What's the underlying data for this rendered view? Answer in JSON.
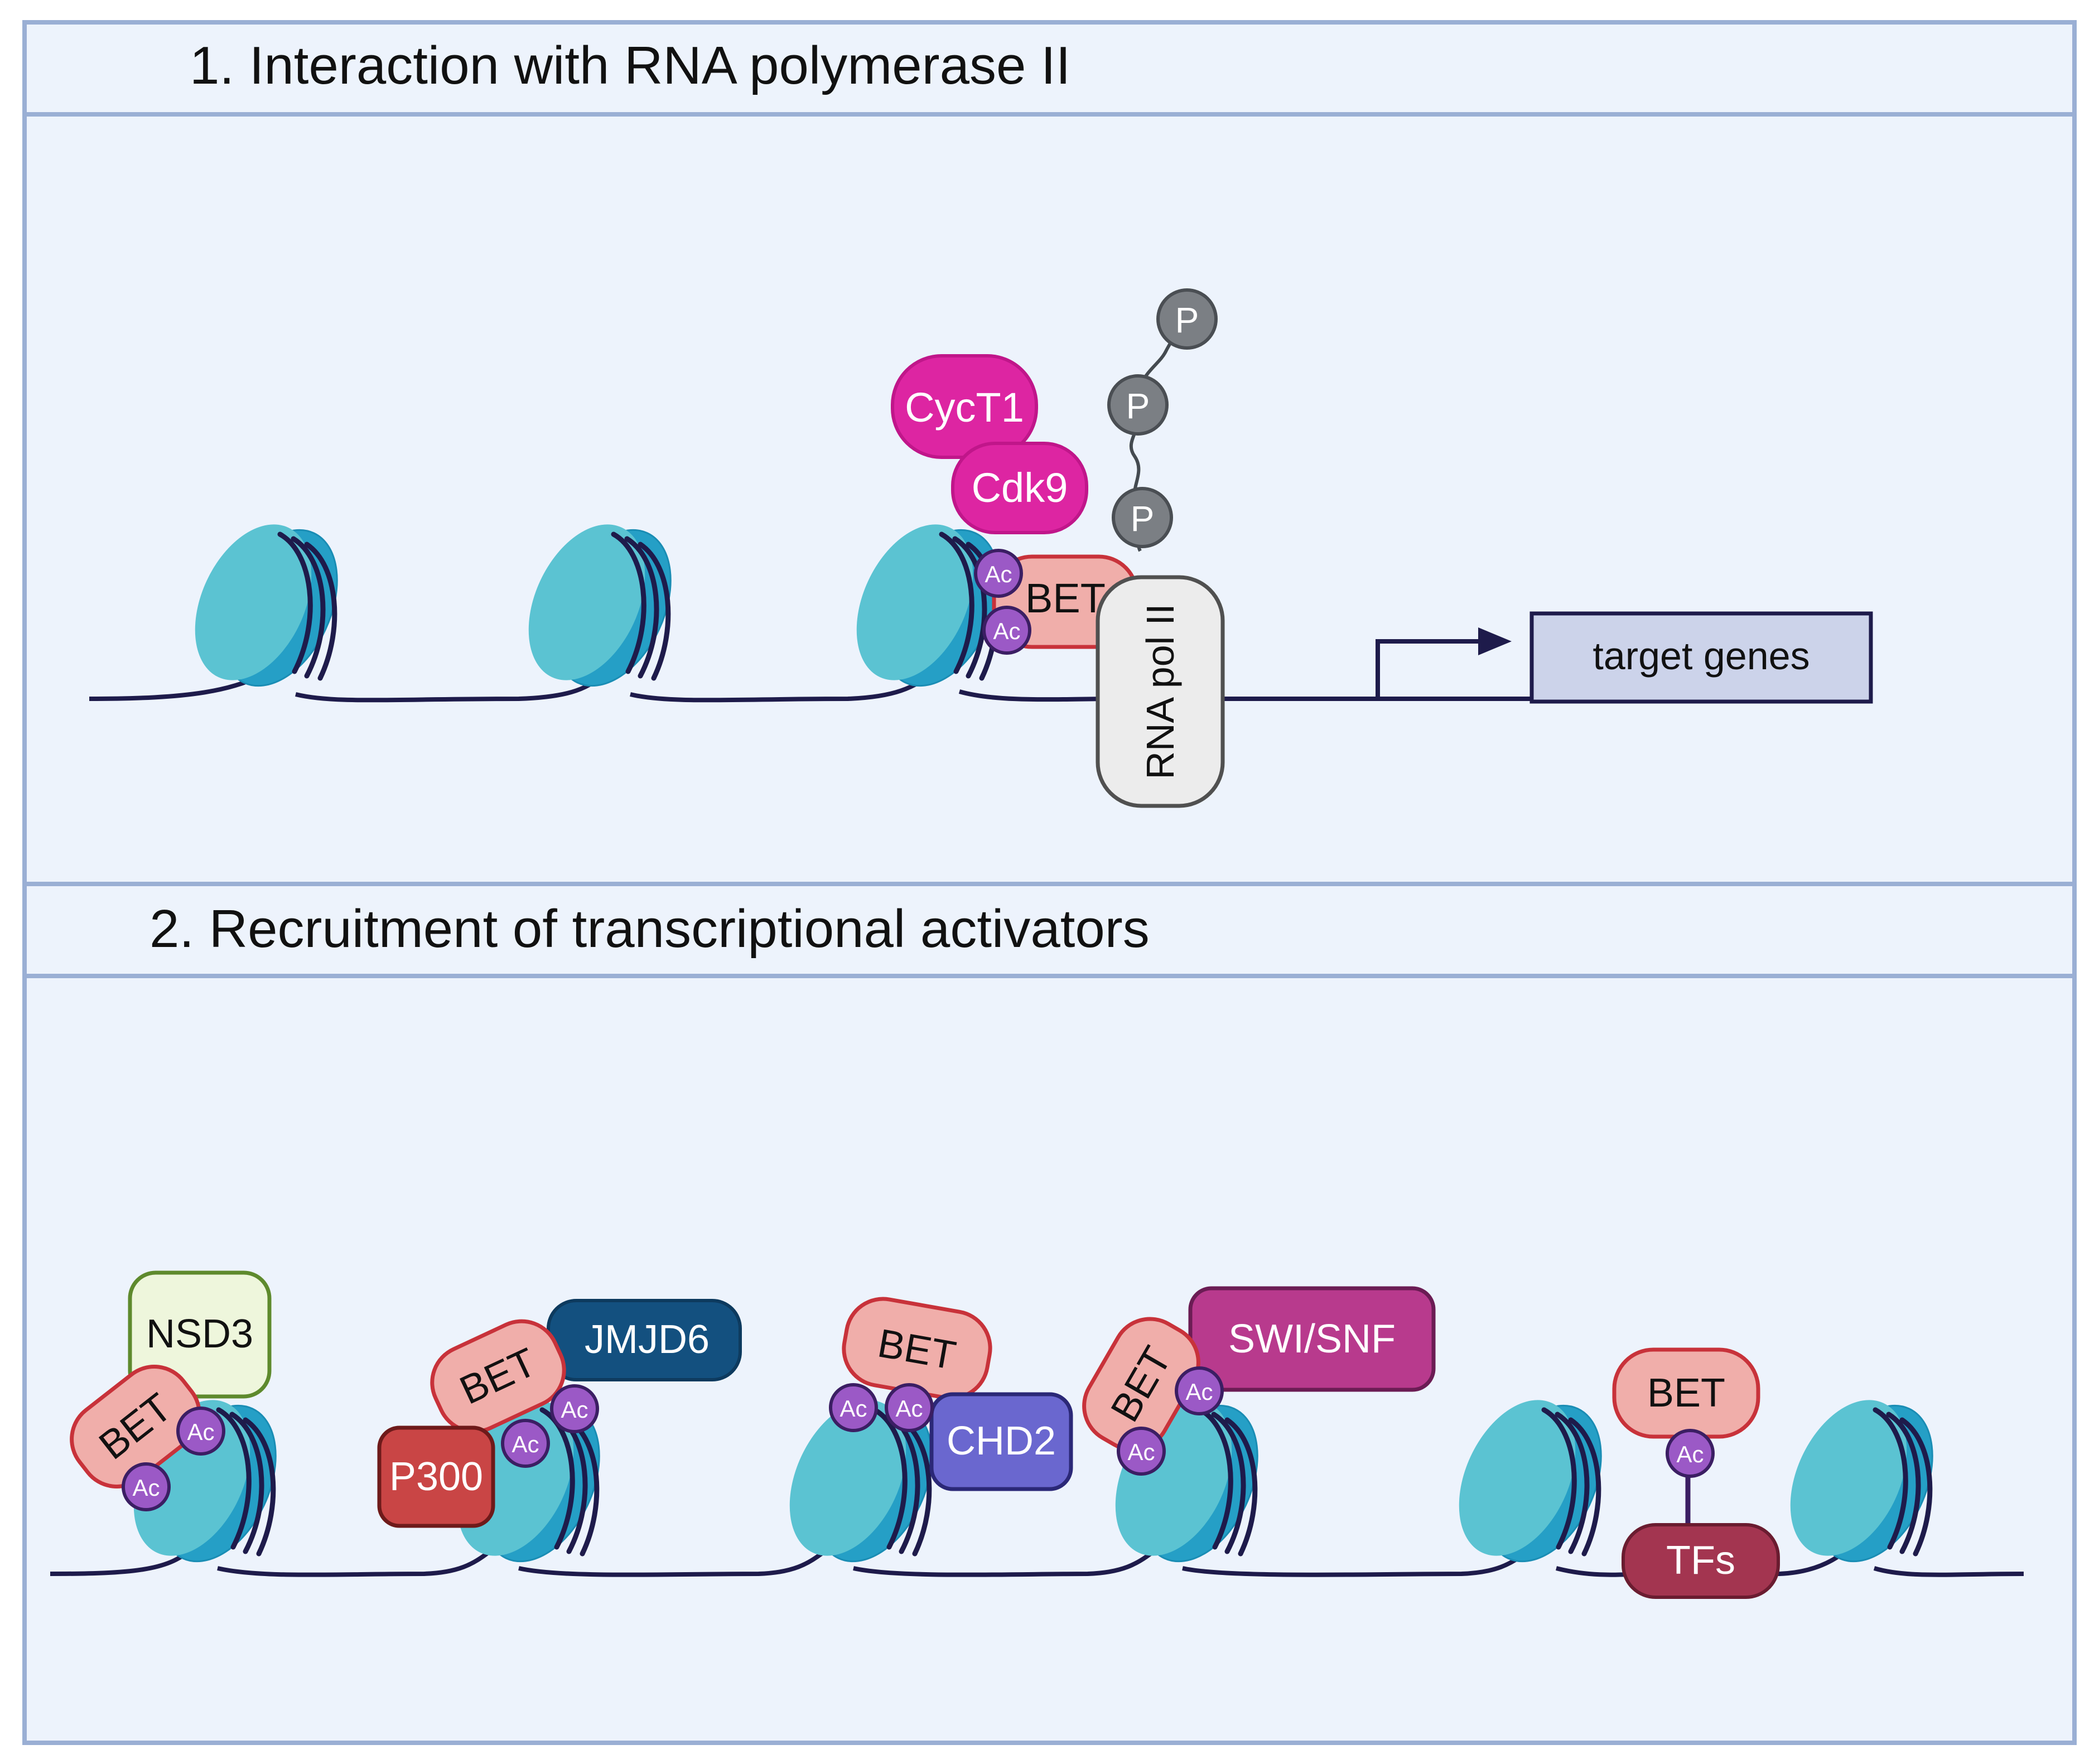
{
  "section1": {
    "title": "1.  Interaction with RNA polymerase II",
    "cyct1": "CycT1",
    "cdk9": "Cdk9",
    "bet": "BET",
    "ac": "Ac",
    "p": "P",
    "rnapol": "RNA pol II",
    "target": "target genes"
  },
  "section2": {
    "title": "2. Recruitment of transcriptional activators",
    "nsd3": "NSD3",
    "bet": "BET",
    "ac": "Ac",
    "jmjd6": "JMJD6",
    "p300": "P300",
    "chd2": "CHD2",
    "swisnf": "SWI/SNF",
    "tfs": "TFs"
  },
  "colors": {
    "panel_bg": "#edf3fc",
    "panel_border": "#9aafd4",
    "dna": "#1e1b4b",
    "nucleosome_light": "#5bc3d2",
    "nucleosome_dark": "#259fc6",
    "bet_fill": "#f0aeaa",
    "bet_stroke": "#c8323a",
    "ac_fill": "#9b59c6",
    "ac_stroke": "#3b1e63",
    "cyclin_magenta": "#dd25a2",
    "phosphate_gray": "#7b7f84",
    "rnapol_fill": "#ececec",
    "target_fill": "#ccd3ea",
    "nsd3_fill": "#eef6dc",
    "nsd3_stroke": "#5e8a2d",
    "jmjd6_fill": "#13507f",
    "p300_fill": "#c94545",
    "chd2_fill": "#6a67cf",
    "swisnf_fill": "#b83a8d",
    "tfs_fill": "#a33550"
  }
}
